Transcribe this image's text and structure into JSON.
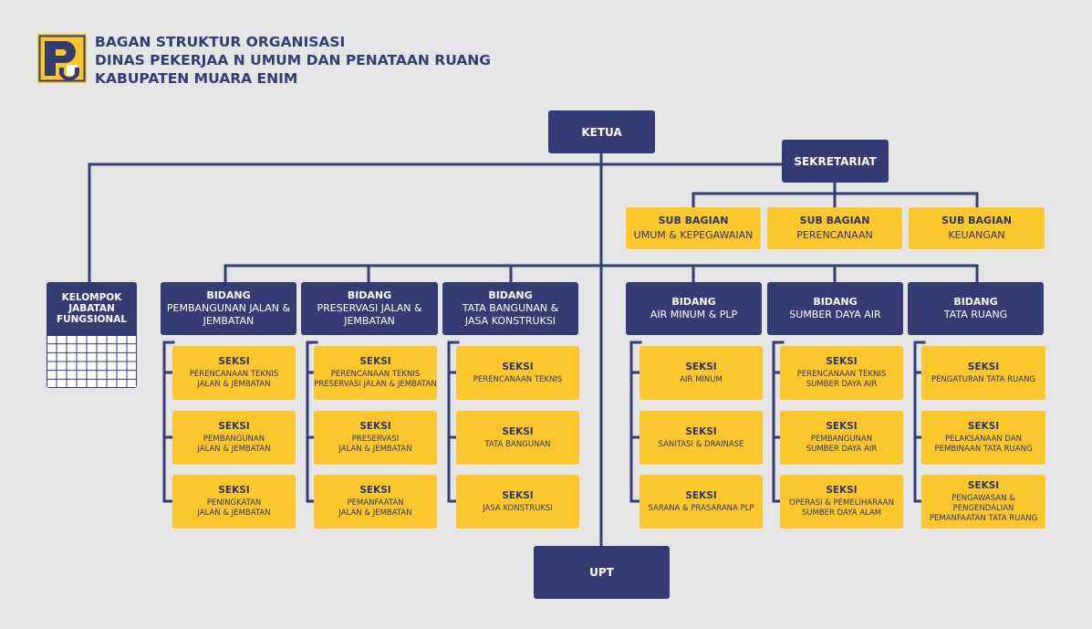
{
  "header": {
    "title_lines": [
      "BAGAN STRUKTUR ORGANISASI",
      "DINAS PEKERJAA N UMUM DAN PENATAAN RUANG",
      "KABUPATEN MUARA ENIM"
    ],
    "logo_icon": "pu-logo-icon"
  },
  "colors": {
    "navy": "#353b73",
    "yellow": "#fcc72c",
    "background": "#e5e5e5"
  },
  "ketua": "KETUA",
  "sekretariat": "SEKRETARIAT",
  "sub_bagian": [
    {
      "title": "SUB BAGIAN",
      "subtitle": "UMUM & KEPEGAWAIAN"
    },
    {
      "title": "SUB BAGIAN",
      "subtitle": "PERENCANAAN"
    },
    {
      "title": "SUB BAGIAN",
      "subtitle": "KEUANGAN"
    }
  ],
  "kelompok": "KELOMPOK\nJABATAN\nFUNGSIONAL",
  "bidang": [
    {
      "title": "BIDANG",
      "subtitle": "PEMBANGUNAN JALAN &\nJEMBATAN",
      "seksi": [
        {
          "title": "SEKSI",
          "subtitle": "PERENCANAAN TEKNIS\nJALAN & JEMBATAN"
        },
        {
          "title": "SEKSI",
          "subtitle": "PEMBANGUNAN\nJALAN & JEMBATAN"
        },
        {
          "title": "SEKSI",
          "subtitle": "PENINGKATAN\nJALAN & JEMBATAN"
        }
      ]
    },
    {
      "title": "BIDANG",
      "subtitle": "PRESERVASI JALAN &\nJEMBATAN",
      "seksi": [
        {
          "title": "SEKSI",
          "subtitle": "PERENCANAAN TEKNIS\nPRESERVASI JALAN & JEMBATAN"
        },
        {
          "title": "SEKSI",
          "subtitle": "PRESERVASI\nJALAN & JEMBATAN"
        },
        {
          "title": "SEKSI",
          "subtitle": "PEMANFAATAN\nJALAN & JEMBATAN"
        }
      ]
    },
    {
      "title": "BIDANG",
      "subtitle": "TATA BANGUNAN &\nJASA KONSTRUKSI",
      "seksi": [
        {
          "title": "SEKSI",
          "subtitle": "PERENCANAAN TEKNIS"
        },
        {
          "title": "SEKSI",
          "subtitle": "TATA BANGUNAN"
        },
        {
          "title": "SEKSI",
          "subtitle": "JASA KONSTRUKSI"
        }
      ]
    },
    {
      "title": "BIDANG",
      "subtitle": "AIR MINUM & PLP",
      "seksi": [
        {
          "title": "SEKSI",
          "subtitle": "AIR MINUM"
        },
        {
          "title": "SEKSI",
          "subtitle": "SANITASI & DRAINASE"
        },
        {
          "title": "SEKSI",
          "subtitle": "SARANA & PRASARANA PLP"
        }
      ]
    },
    {
      "title": "BIDANG",
      "subtitle": "SUMBER DAYA AIR",
      "seksi": [
        {
          "title": "SEKSI",
          "subtitle": "PERENCANAAN TEKNIS\nSUMBER DAYA AIR"
        },
        {
          "title": "SEKSI",
          "subtitle": "PEMBANGUNAN\nSUMBER DAYA AIR"
        },
        {
          "title": "SEKSI",
          "subtitle": "OPERASI & PEMELIHARAAN\nSUMBER DAYA ALAM"
        }
      ]
    },
    {
      "title": "BIDANG",
      "subtitle": "TATA RUANG",
      "seksi": [
        {
          "title": "SEKSI",
          "subtitle": "PENGATURAN TATA RUANG"
        },
        {
          "title": "SEKSI",
          "subtitle": "PELAKSANAAN DAN\nPEMBINAAN TATA RUANG"
        },
        {
          "title": "SEKSI",
          "subtitle": "PENGAWASAN & PENGENDALIAN\nPEMANFAATAN TATA RUANG"
        }
      ]
    }
  ],
  "upt": "UPT"
}
